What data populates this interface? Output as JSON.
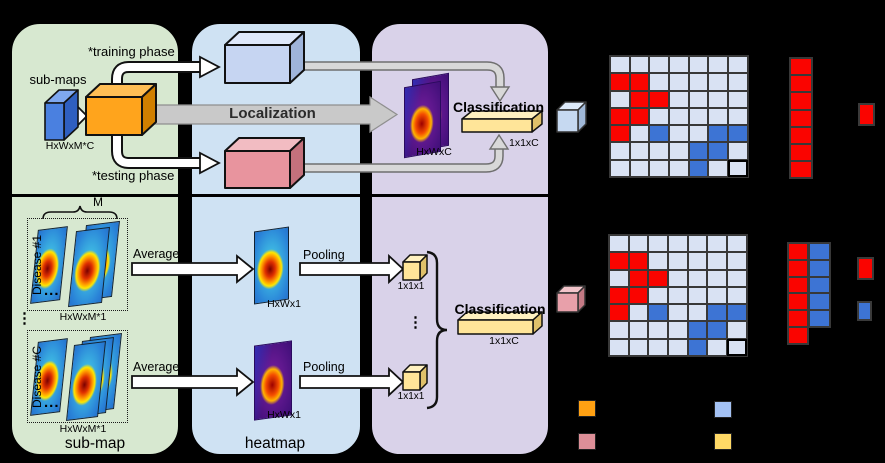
{
  "diagram": {
    "panels": {
      "submap": {
        "label_top": "sub-maps",
        "label_bottom": "sub-map",
        "fill": "#d7e8d0"
      },
      "heatmap": {
        "label": "heatmap",
        "fill": "#cfe2f3"
      },
      "classification": {
        "fill": "#d9d2e9"
      }
    },
    "top_flow": {
      "training_phase": "*training phase",
      "testing_phase": "*testing phase",
      "input_dim": "HxWxM*C",
      "localization": "Localization",
      "heatmap_dim": "HxWxC",
      "classification": "Classification",
      "output_dim": "1x1xC"
    },
    "bottom_flow": {
      "m_label": "M",
      "disease_1": "Disease #1",
      "disease_c": "Disease #C",
      "submap_dim_1": "HxWxM*1",
      "submap_dim_2": "HxWxM*1",
      "average_1": "Average",
      "average_2": "Average",
      "pooling_1": "Pooling",
      "pooling_2": "Pooling",
      "heatmap_dim_1": "HxWx1",
      "heatmap_dim_2": "HxWx1",
      "cube_dim_1": "1x1x1",
      "cube_dim_2": "1x1x1",
      "classification": "Classification",
      "output_dim": "1x1xC",
      "hdots_1": "...",
      "hdots_2": "...",
      "vdots_left": "⋮",
      "vdots_mid": "⋮"
    },
    "boxes": {
      "submap_cube": "#4a80e0",
      "fused_cube": "#ffa41c",
      "training_volume": "#c6d5f2",
      "testing_volume": "#e8949e",
      "score_bar_top": "#ffe599",
      "score_bar_bottom": "#ffe599",
      "pooled_cube": "#ffe599",
      "output_cube_top": "#c6d9f1",
      "output_cube_bottom": "#e8a0aa"
    }
  },
  "grids": {
    "palette": {
      "L": "#d9e2f3",
      "R": "#fa0400",
      "B": "#3d74d4"
    },
    "grid_top": {
      "rows": [
        "LLLLLLL",
        "RRLLLLL",
        "LRRLLLL",
        "RRLLLLL",
        "RLBLLBB",
        "LLLLBBL",
        "LLLLBLL"
      ],
      "highlight": {
        "row": 6,
        "col": 6
      }
    },
    "grid_bottom": {
      "rows": [
        "LLLLLLL",
        "RRLLLLL",
        "LRRLLLL",
        "RRLLLLL",
        "RLBLLBB",
        "LLLLBBL",
        "LLLLBLL"
      ],
      "highlight": {
        "row": 6,
        "col": 6
      }
    },
    "column_top_red": {
      "rows": [
        "R",
        "R",
        "R",
        "R",
        "R",
        "R",
        "R"
      ]
    },
    "column_bottom_red": {
      "rows": [
        "R",
        "R",
        "R",
        "R",
        "R",
        "R"
      ]
    },
    "column_bottom_blue": {
      "rows": [
        "B",
        "B",
        "B",
        "B",
        "B"
      ]
    },
    "singles": {
      "top": "R",
      "bottom_red": "R",
      "bottom_blue": "B"
    }
  },
  "legend": [
    {
      "name": "orange",
      "color": "#ffa113"
    },
    {
      "name": "pink",
      "color": "#dd8f98"
    },
    {
      "name": "lightblue",
      "color": "#a4c2f4"
    },
    {
      "name": "yellow",
      "color": "#ffd966"
    }
  ]
}
